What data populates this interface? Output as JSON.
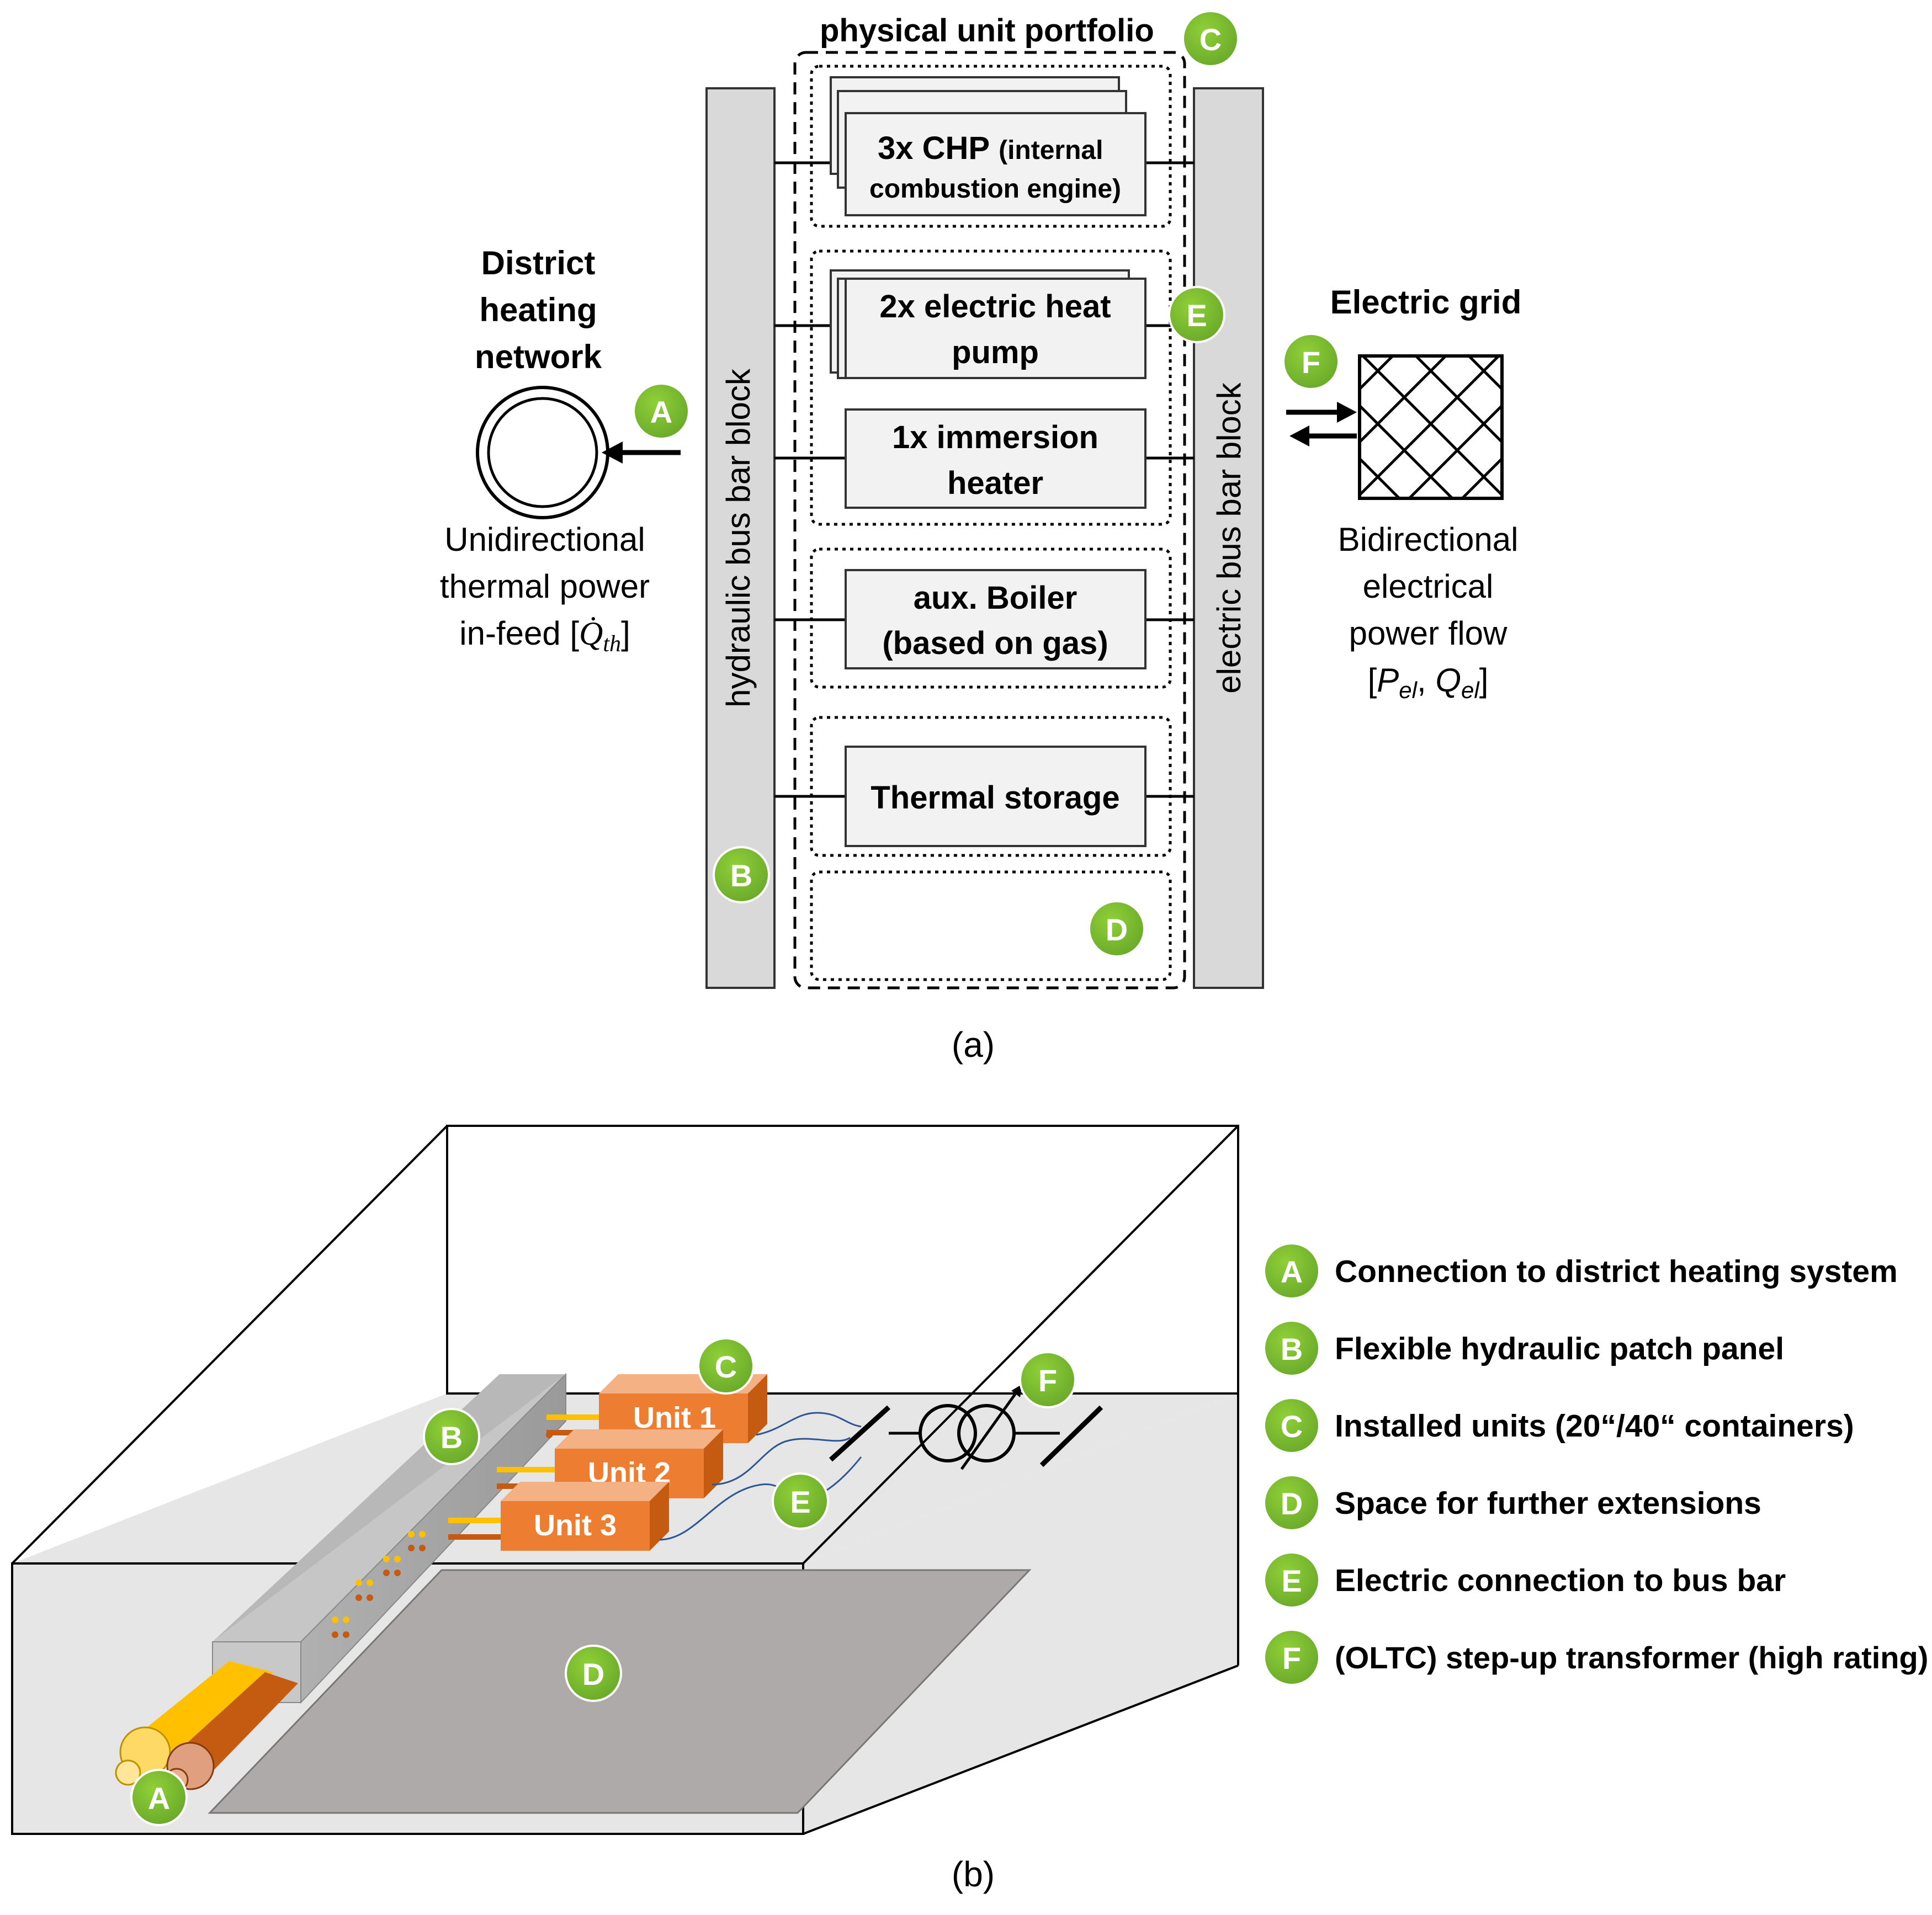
{
  "panel_a": {
    "portfolio_title": "physical unit portfolio",
    "hydraulic_bar": "hydraulic bus bar block",
    "electric_bar": "electric bus bar block",
    "chp_main": "3x CHP",
    "chp_sub1": "(internal",
    "chp_sub2": "combustion engine)",
    "heatpump_l1": "2x electric heat",
    "heatpump_l2": "pump",
    "immersion_l1": "1x immersion",
    "immersion_l2": "heater",
    "boiler_l1": "aux. Boiler",
    "boiler_l2": "(based on gas)",
    "storage": "Thermal storage",
    "dh_title_l1": "District",
    "dh_title_l2": "heating",
    "dh_title_l3": "network",
    "dh_desc_l1": "Unidirectional",
    "dh_desc_l2": "thermal power",
    "dh_desc_l3": "in-feed [",
    "dh_desc_sym": "Q̇",
    "dh_desc_sub": "th",
    "dh_desc_end": "]",
    "grid_title": "Electric grid",
    "grid_desc_l1": "Bidirectional",
    "grid_desc_l2": "electrical",
    "grid_desc_l3": "power flow",
    "grid_desc_open": "[",
    "grid_desc_P": "P",
    "grid_desc_Q": "Q",
    "grid_desc_sub": "el",
    "grid_desc_comma": ", ",
    "grid_desc_close": "]",
    "caption": "(a)"
  },
  "panel_b": {
    "unit1": "Unit 1",
    "unit2": "Unit 2",
    "unit3": "Unit 3",
    "caption": "(b)"
  },
  "badges": {
    "A": "A",
    "B": "B",
    "C": "C",
    "D": "D",
    "E": "E",
    "F": "F"
  },
  "legend": [
    {
      "letter": "A",
      "text": "Connection to district heating system"
    },
    {
      "letter": "B",
      "text": "Flexible hydraulic patch panel"
    },
    {
      "letter": "C",
      "text": "Installed units (20“/40“ containers)"
    },
    {
      "letter": "D",
      "text": "Space for further extensions"
    },
    {
      "letter": "E",
      "text": "Electric connection to bus bar"
    },
    {
      "letter": "F",
      "text": "(OLTC) step-up transformer (high rating)"
    }
  ],
  "colors": {
    "badge_green": "#7cb82f",
    "unit_orange": "#ed7d31",
    "pipe_yellow": "#ffc000",
    "pipe_brown": "#c55a11",
    "bar_grey": "#d9d9d9",
    "floor_grey": "#e6e6e6",
    "extension_grey": "#aeaaaa"
  }
}
